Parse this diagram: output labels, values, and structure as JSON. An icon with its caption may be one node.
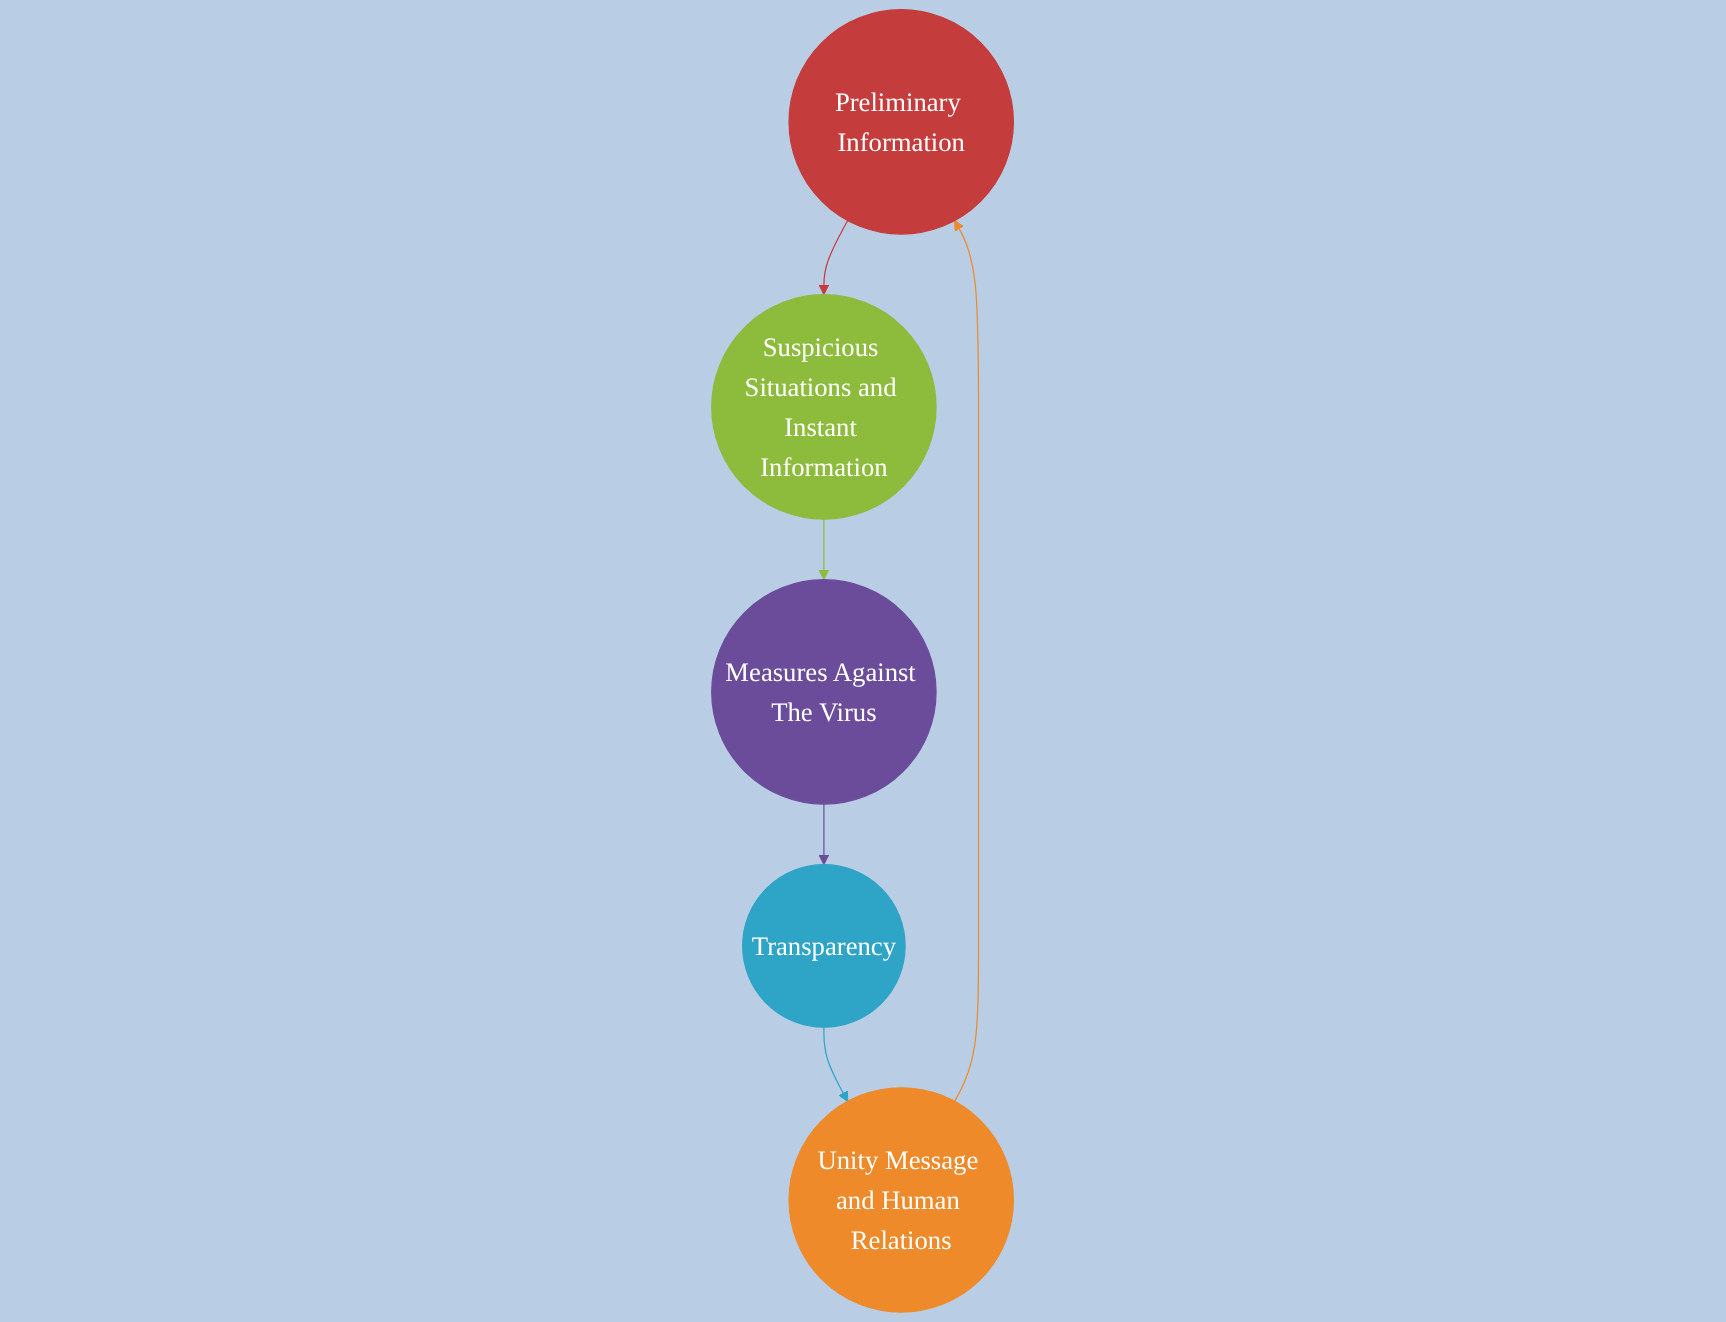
{
  "diagram": {
    "nodes": [
      {
        "text": [
          "Preliminary Information"
        ]
      },
      {
        "text": [
          "Suspicious Situations and Instant Information"
        ]
      },
      {
        "text": [
          "Measures Against The Virus"
        ]
      },
      {
        "text": [
          "Transparency"
        ]
      },
      {
        "text": [
          "Unity Message and Human Relations"
        ]
      }
    ],
    "edges": [
      {
        "from": 0,
        "to": 1,
        "arrow": "to",
        "color": "#c43c3c"
      },
      {
        "from": 1,
        "to": 2,
        "arrow": "to",
        "color": "#8dbb3c"
      },
      {
        "from": 2,
        "to": 3,
        "arrow": "to",
        "color": "#6b4c9a"
      },
      {
        "from": 3,
        "to": 4,
        "arrow": "to",
        "color": "#2ea4c6"
      },
      {
        "from": 4,
        "to": 0,
        "arrow": "to",
        "color": "#ee8a2a"
      }
    ]
  }
}
